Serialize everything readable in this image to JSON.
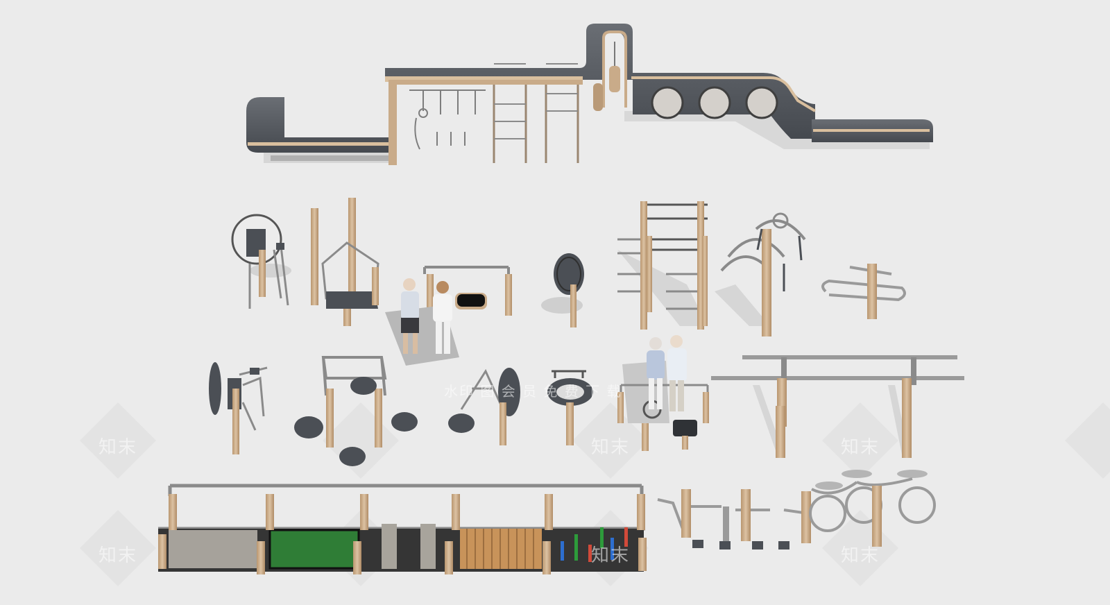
{
  "watermark": {
    "brand": "知末",
    "banner": "水印 图 会 员 免 费 下 载"
  },
  "colors": {
    "background": "#ebebeb",
    "wood": "#c9ab89",
    "metal": "#9a9a9a",
    "dark_panel": "#4b4f55",
    "grass": "#2f7d36",
    "deck": "#c8935a"
  },
  "scene": {
    "items": [
      {
        "name": "obstacle-course-wall"
      },
      {
        "name": "rowing-station"
      },
      {
        "name": "sky-walker"
      },
      {
        "name": "balance-stepper"
      },
      {
        "name": "elderly-couple-walking"
      },
      {
        "name": "tai-chi-wheel"
      },
      {
        "name": "climbing-frame"
      },
      {
        "name": "chest-press-arch"
      },
      {
        "name": "waist-twister"
      },
      {
        "name": "shoulder-wheel"
      },
      {
        "name": "stepping-stones"
      },
      {
        "name": "hand-wheel"
      },
      {
        "name": "rotating-disc"
      },
      {
        "name": "elderly-couple-standing"
      },
      {
        "name": "parallel-bars"
      },
      {
        "name": "sensory-walking-path"
      },
      {
        "name": "leg-press-station"
      },
      {
        "name": "hand-pedal-bike"
      }
    ]
  }
}
